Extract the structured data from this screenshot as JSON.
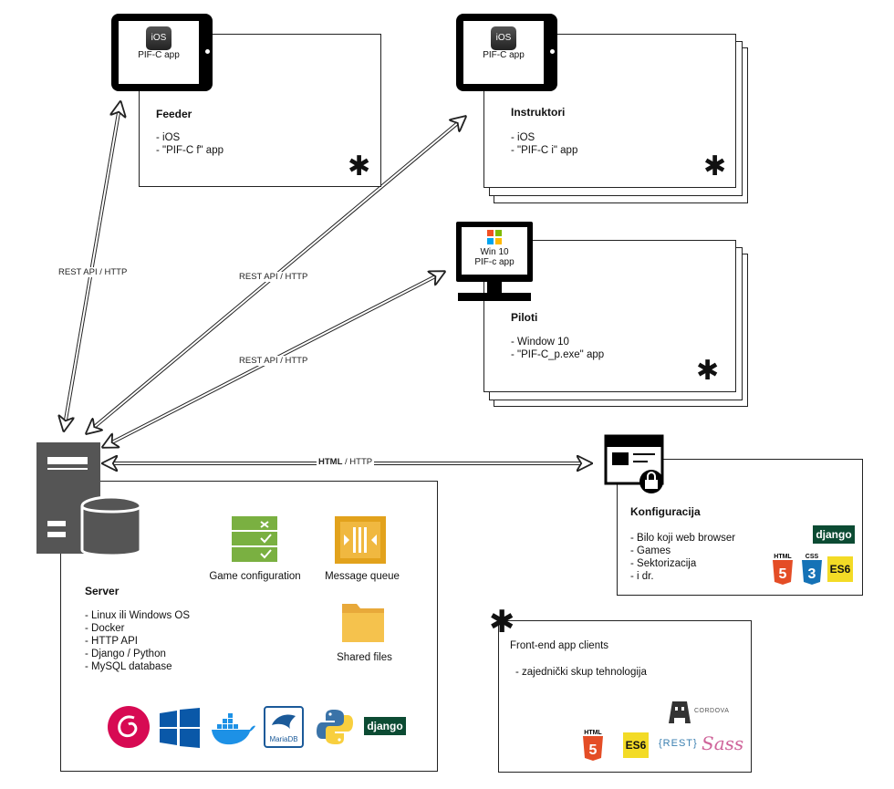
{
  "feeder": {
    "device_badge": "iOS",
    "device_label": "PIF-C app",
    "title": "Feeder",
    "items": [
      "iOS",
      "\"PIF-C f\" app"
    ]
  },
  "instruktori": {
    "device_badge": "iOS",
    "device_label": "PIF-C app",
    "title": "Instruktori",
    "items": [
      "iOS",
      "\"PIF-C i\" app"
    ]
  },
  "piloti": {
    "device_line1": "Win 10",
    "device_line2": "PIF-c app",
    "title": "Piloti",
    "items": [
      "Window 10",
      "\"PIF-C_p.exe\" app"
    ]
  },
  "konfiguracija": {
    "title": "Konfiguracija",
    "items": [
      "Bilo koji web browser",
      "Games",
      "Sektorizacija",
      "i dr."
    ],
    "logos": [
      "django",
      "HTML",
      "CSS",
      "ES6"
    ]
  },
  "server": {
    "title": "Server",
    "items": [
      "Linux ili Windows OS",
      "Docker",
      "HTTP API",
      "Django / Python",
      "MySQL database"
    ],
    "game_config_label": "Game configuration",
    "message_queue_label": "Message queue",
    "shared_files_label": "Shared files",
    "tech_logos": [
      "debian",
      "windows",
      "docker",
      "MariaDB",
      "python",
      "django"
    ]
  },
  "frontend": {
    "title": "Front-end app clients",
    "items": [
      "zajednički skup tehnologija"
    ],
    "logos": [
      "CORDOVA",
      "HTML",
      "ES6",
      "{REST}",
      "Sass"
    ]
  },
  "connections": {
    "feeder_label": "REST API / HTTP",
    "instruktori_label": "REST API / HTTP",
    "piloti_label": "REST API / HTTP",
    "konfig_label_bold": "HTML",
    "konfig_label_rest": " / HTTP"
  },
  "star_glyph": "✱",
  "colors": {
    "debian": "#d70a53",
    "windows": "#0a58a8",
    "docker": "#1d91e6",
    "python_blue": "#3a73a8",
    "python_yellow": "#f8cf3e",
    "django": "#0c4b33",
    "html5": "#e44d26",
    "css3": "#1572b6",
    "es6": "#f3db26",
    "folder": "#f5c24d",
    "game_config": "#7ab041",
    "message_queue": "#e2a21c"
  }
}
